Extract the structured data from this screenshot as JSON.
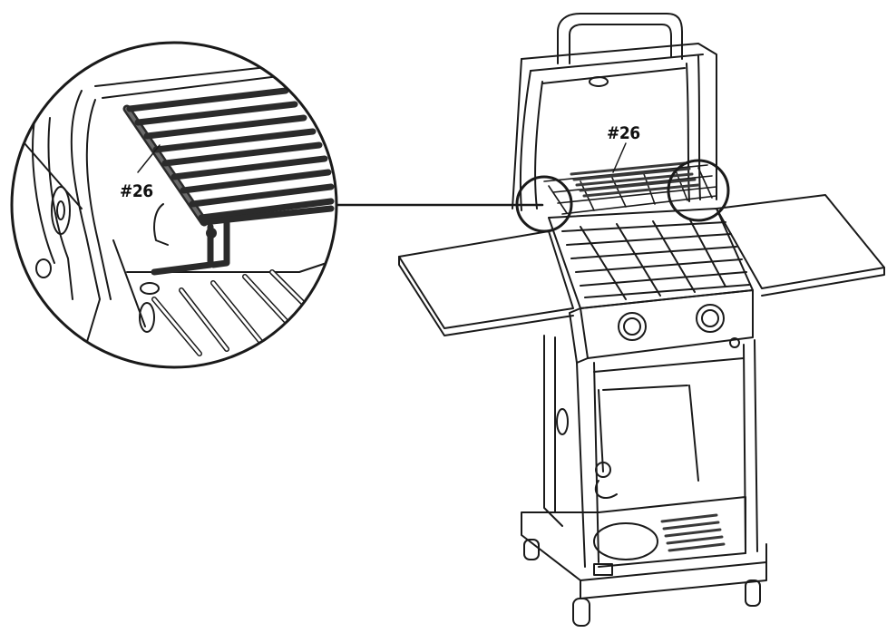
{
  "callouts": {
    "zoom_part_label": "#26",
    "main_part_label": "#26"
  },
  "colors": {
    "line": "#1a1a1a",
    "rack": "#3a3a3a",
    "background": "#ffffff"
  },
  "icons": [
    "magnifier-callout-circle",
    "warming-rack",
    "gas-grill"
  ]
}
